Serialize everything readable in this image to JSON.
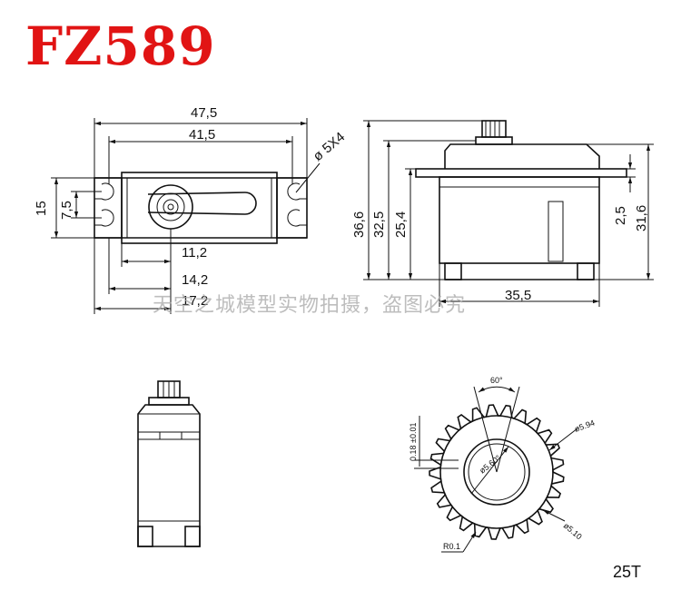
{
  "title": "FZ589",
  "watermark": "天空之城模型实物拍摄，盗图必究",
  "tooth_count": "25T",
  "top_view": {
    "overall_width": "47,5",
    "hole_spacing": "41,5",
    "hole_diameter": "ø 5X4",
    "height": "15",
    "hole_pitch": "7,5",
    "shaft_offset_1": "11,2",
    "shaft_offset_2": "14,2",
    "shaft_offset_3": "17,2"
  },
  "side_view": {
    "total_height": "36,6",
    "height_to_shaft_base": "32,5",
    "height_to_flange": "25,4",
    "flange_thickness": "2,5",
    "case_height": "31,6",
    "case_length": "35,5"
  },
  "spline_detail": {
    "angle": "60°",
    "tooth_width": "0.18 ±0.01",
    "outer_diameter": "ø5.94",
    "inner_diameter": "ø5.10",
    "pitch_angle": "ø5.60°",
    "root_radius": "R0.1"
  }
}
